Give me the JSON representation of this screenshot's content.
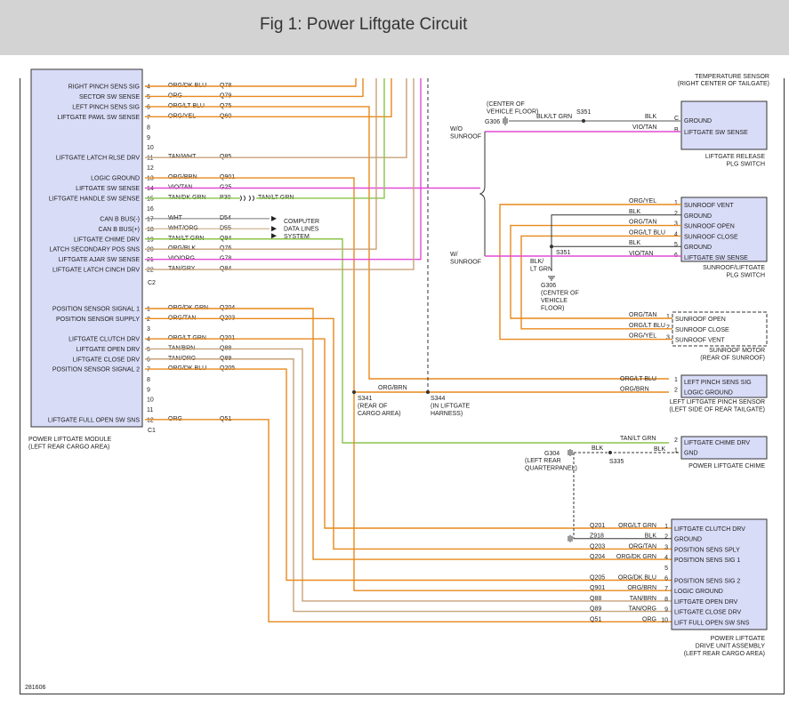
{
  "title": "Fig 1: Power Liftgate Circuit",
  "figure_id": "281606",
  "colors": {
    "orange": "#e8891c",
    "magenta": "#e34ad6",
    "green": "#8bc34a",
    "tan": "#c7a27a",
    "gray": "#777777",
    "blue": "#3a6fd8",
    "component_fill": "#d9dcf7"
  },
  "module": {
    "name": "POWER LIFTGATE MODULE",
    "location": "(LEFT REAR CARGO AREA)",
    "connector_c2": "C2",
    "connector_c1": "C1",
    "c2_pins": [
      {
        "label": "RIGHT PINCH SENS SIG",
        "pin": "4",
        "color": "ORG/DK BLU",
        "circuit": "Q78"
      },
      {
        "label": "SECTOR SW SENSE",
        "pin": "5",
        "color": "ORG",
        "circuit": "Q79"
      },
      {
        "label": "LEFT PINCH SENS SIG",
        "pin": "6",
        "color": "ORG/LT BLU",
        "circuit": "Q75"
      },
      {
        "label": "LIFTGATE PAWL SW SENSE",
        "pin": "7",
        "color": "ORG/YEL",
        "circuit": "Q60"
      },
      {
        "label": "",
        "pin": "8",
        "color": "",
        "circuit": ""
      },
      {
        "label": "",
        "pin": "9",
        "color": "",
        "circuit": ""
      },
      {
        "label": "",
        "pin": "10",
        "color": "",
        "circuit": ""
      },
      {
        "label": "LIFTGATE LATCH RLSE DRV",
        "pin": "11",
        "color": "TAN/WHT",
        "circuit": "Q85"
      },
      {
        "label": "",
        "pin": "12",
        "color": "",
        "circuit": ""
      },
      {
        "label": "LOGIC GROUND",
        "pin": "13",
        "color": "ORG/BRN",
        "circuit": "Q901"
      },
      {
        "label": "LIFTGATE SW SENSE",
        "pin": "14",
        "color": "VIO/TAN",
        "circuit": "G25"
      },
      {
        "label": "LIFTGATE HANDLE SW SENSE",
        "pin": "15",
        "color": "TAN/DK GRN",
        "circuit": "P30"
      },
      {
        "label": "",
        "pin": "16",
        "color": "",
        "circuit": ""
      },
      {
        "label": "CAN B BUS(-)",
        "pin": "17",
        "color": "WHT",
        "circuit": "D54"
      },
      {
        "label": "CAN B BUS(+)",
        "pin": "18",
        "color": "WHT/ORG",
        "circuit": "D55"
      },
      {
        "label": "LIFTGATE CHIME DRV",
        "pin": "19",
        "color": "TAN/LT GRN",
        "circuit": "Q94"
      },
      {
        "label": "LATCH SECONDARY POS SNS",
        "pin": "20",
        "color": "ORG/BLK",
        "circuit": "Q76"
      },
      {
        "label": "LIFTGATE AJAR SW SENSE",
        "pin": "21",
        "color": "VIO/ORG",
        "circuit": "G78"
      },
      {
        "label": "LIFTGATE LATCH CINCH DRV",
        "pin": "22",
        "color": "TAN/GRY",
        "circuit": "Q84"
      }
    ],
    "c1_pins": [
      {
        "label": "POSITION SENSOR SIGNAL 1",
        "pin": "1",
        "color": "ORG/DK GRN",
        "circuit": "Q204"
      },
      {
        "label": "POSITION SENSOR SUPPLY",
        "pin": "2",
        "color": "ORG/TAN",
        "circuit": "Q203"
      },
      {
        "label": "",
        "pin": "3",
        "color": "",
        "circuit": ""
      },
      {
        "label": "LIFTGATE CLUTCH DRV",
        "pin": "4",
        "color": "ORG/LT GRN",
        "circuit": "Q201"
      },
      {
        "label": "LIFTGATE OPEN DRV",
        "pin": "5",
        "color": "TAN/BRN",
        "circuit": "Q88"
      },
      {
        "label": "LIFTGATE CLOSE DRV",
        "pin": "6",
        "color": "TAN/ORG",
        "circuit": "Q89"
      },
      {
        "label": "POSITION SENSOR SIGNAL 2",
        "pin": "7",
        "color": "ORG/DK BLU",
        "circuit": "Q205"
      },
      {
        "label": "",
        "pin": "8",
        "color": "",
        "circuit": ""
      },
      {
        "label": "",
        "pin": "9",
        "color": "",
        "circuit": ""
      },
      {
        "label": "",
        "pin": "10",
        "color": "",
        "circuit": ""
      },
      {
        "label": "",
        "pin": "11",
        "color": "",
        "circuit": ""
      },
      {
        "label": "LIFTGATE FULL OPEN SW SNS",
        "pin": "12",
        "color": "ORG",
        "circuit": "Q51"
      }
    ]
  },
  "labels": {
    "handle_sw_wire": "TAN/LT GRN",
    "computer_data": [
      "COMPUTER",
      "DATA LINES",
      "SYSTEM"
    ],
    "temp_sensor": [
      "TEMPERATURE SENSOR",
      "(RIGHT CENTER OF TAILGATE)"
    ],
    "center_vehicle_floor": [
      "(CENTER OF",
      "VEHICLE FLOOR)"
    ],
    "g306": "G306",
    "blk_lt_grn": "BLK/LT GRN",
    "s351": "S351",
    "wo_sunroof": [
      "W/O",
      "SUNROOF"
    ],
    "w_sunroof": [
      "W/",
      "SUNROOF"
    ],
    "blk_lt_grn_vert": [
      "BLK/",
      "LT GRN"
    ],
    "g306_center": [
      "G306",
      "(CENTER OF",
      "VEHICLE",
      "FLOOR)"
    ],
    "s341": [
      "S341",
      "(REAR OF",
      "CARGO AREA)"
    ],
    "s344": [
      "S344",
      "(IN LIFTGATE",
      "HARNESS)"
    ],
    "org_brn": "ORG/BRN",
    "g304": [
      "G304",
      "(LEFT REAR",
      "QUARTERPANEL)"
    ],
    "blk": "BLK",
    "s335": "S335",
    "z918": "Z918"
  },
  "components": {
    "release_switch": {
      "name": [
        "LIFTGATE RELEASE",
        "PLG SWITCH"
      ],
      "pins": [
        {
          "pin": "C",
          "label": "GROUND",
          "color": "BLK"
        },
        {
          "pin": "B",
          "label": "LIFTGATE SW SENSE",
          "color": "VIO/TAN"
        }
      ]
    },
    "sunroof_switch": {
      "name": [
        "SUNROOF/LIFTGATE",
        "PLG SWITCH"
      ],
      "pins": [
        {
          "pin": "1",
          "label": "SUNROOF VENT",
          "color": "ORG/YEL"
        },
        {
          "pin": "2",
          "label": "GROUND",
          "color": "BLK"
        },
        {
          "pin": "3",
          "label": "SUNROOF OPEN",
          "color": "ORG/TAN"
        },
        {
          "pin": "4",
          "label": "SUNROOF CLOSE",
          "color": "ORG/LT BLU"
        },
        {
          "pin": "5",
          "label": "GROUND",
          "color": "BLK"
        },
        {
          "pin": "6",
          "label": "LIFTGATE SW SENSE",
          "color": "VIO/TAN"
        }
      ]
    },
    "sunroof_motor": {
      "name": [
        "SUNROOF MOTOR",
        "(REAR OF SUNROOF)"
      ],
      "pins": [
        {
          "pin": "1",
          "label": "SUNROOF OPEN",
          "color": "ORG/TAN"
        },
        {
          "pin": "2",
          "label": "SUNROOF CLOSE",
          "color": "ORG/LT BLU"
        },
        {
          "pin": "3",
          "label": "SUNROOF VENT",
          "color": "ORG/YEL"
        }
      ]
    },
    "pinch_sensor": {
      "name": [
        "LEFT LIFTGATE PINCH SENSOR",
        "(LEFT SIDE OF REAR TAILGATE)"
      ],
      "pins": [
        {
          "pin": "1",
          "label": "LEFT PINCH SENS SIG",
          "color": "ORG/LT BLU"
        },
        {
          "pin": "2",
          "label": "LOGIC GROUND",
          "color": "ORG/BRN"
        }
      ]
    },
    "chime": {
      "name": [
        "POWER LIFTGATE CHIME"
      ],
      "pins": [
        {
          "pin": "2",
          "label": "LIFTGATE CHIME DRV",
          "color": "TAN/LT GRN"
        },
        {
          "pin": "1",
          "label": "GND",
          "color": "BLK"
        }
      ]
    },
    "drive_unit": {
      "name": [
        "POWER LIFTGATE",
        "DRIVE UNIT ASSEMBLY",
        "(LEFT REAR CARGO AREA)"
      ],
      "pins": [
        {
          "pin": "1",
          "label": "LIFTGATE CLUTCH DRV",
          "color": "ORG/LT GRN",
          "circuit": "Q201"
        },
        {
          "pin": "2",
          "label": "GROUND",
          "color": "BLK",
          "circuit": "Z918"
        },
        {
          "pin": "3",
          "label": "POSITION SENS SPLY",
          "color": "ORG/TAN",
          "circuit": "Q203"
        },
        {
          "pin": "4",
          "label": "POSITION SENS SIG 1",
          "color": "ORG/DK GRN",
          "circuit": "Q204"
        },
        {
          "pin": "5",
          "label": "",
          "color": "",
          "circuit": ""
        },
        {
          "pin": "6",
          "label": "POSITION SENS SIG 2",
          "color": "ORG/DK BLU",
          "circuit": "Q205"
        },
        {
          "pin": "7",
          "label": "LOGIC GROUND",
          "color": "ORG/BRN",
          "circuit": "Q901"
        },
        {
          "pin": "8",
          "label": "LIFTGATE OPEN DRV",
          "color": "TAN/BRN",
          "circuit": "Q88"
        },
        {
          "pin": "9",
          "label": "LIFTGATE CLOSE DRV",
          "color": "TAN/ORG",
          "circuit": "Q89"
        },
        {
          "pin": "10",
          "label": "LIFT FULL OPEN SW SNS",
          "color": "ORG",
          "circuit": "Q51"
        }
      ]
    }
  }
}
